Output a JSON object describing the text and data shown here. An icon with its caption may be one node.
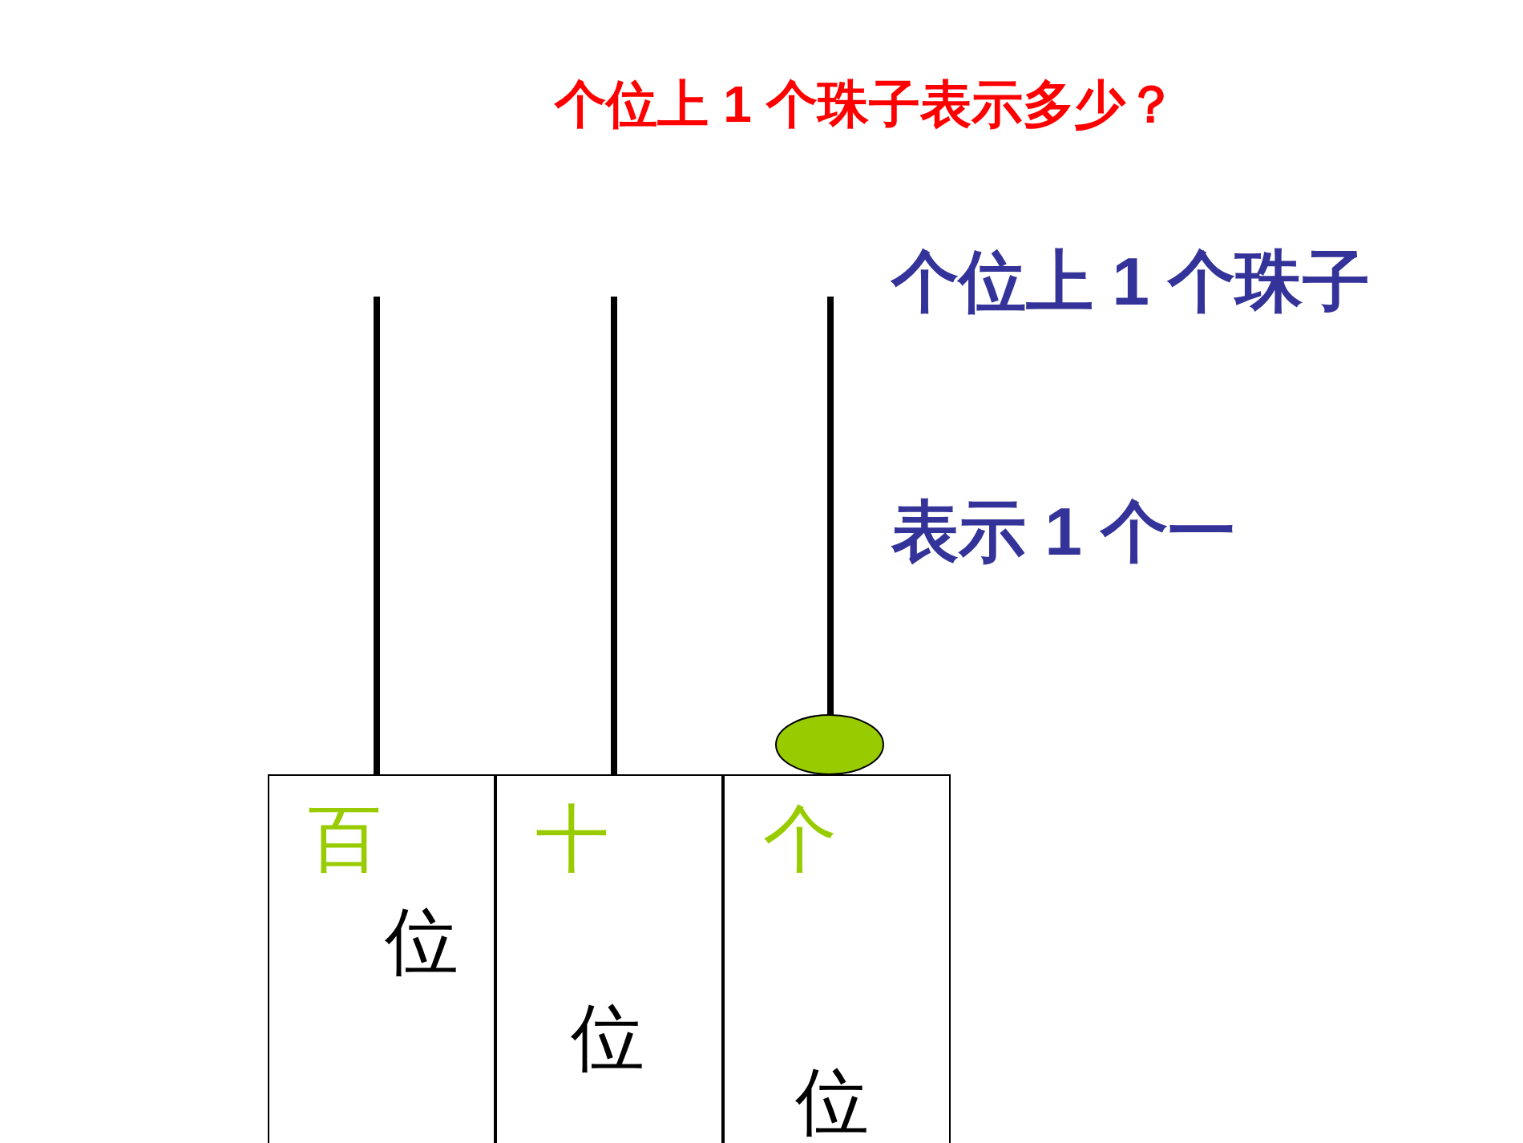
{
  "diagram": {
    "title": "个位上 1 个珠子表示多少？",
    "nodes": [
      {
        "text": [
          "百",
          "位"
        ]
      },
      {
        "text": [
          "十",
          "位"
        ]
      },
      {
        "text": [
          "个",
          "位"
        ]
      }
    ],
    "labels": [
      "个位上 1 个珠子",
      "表示 1 个一"
    ]
  }
}
